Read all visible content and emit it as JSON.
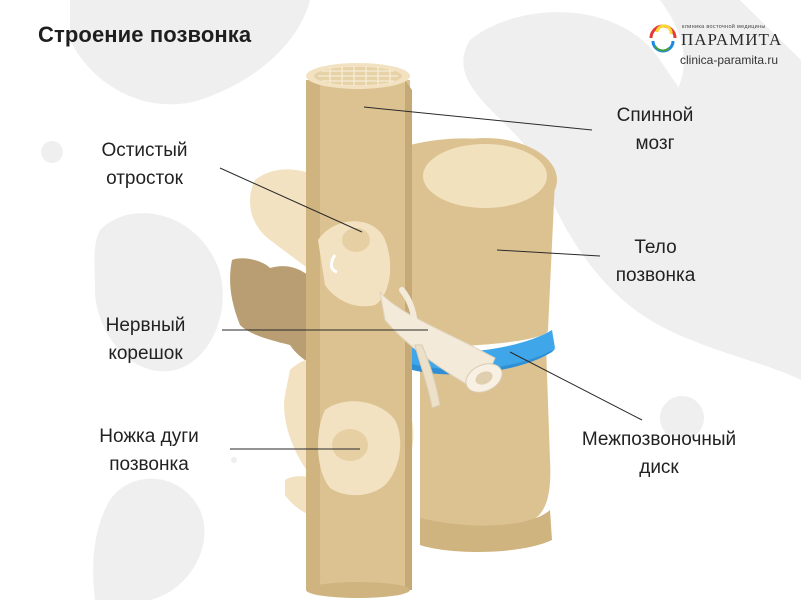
{
  "title": "Строение позвонка",
  "brand": {
    "tagline": "клиника восточной медицины",
    "name": "ПАРАМИТА",
    "site": "clinica-paramita.ru"
  },
  "labels": {
    "spinal_cord": [
      "Спинной",
      "мозг"
    ],
    "spinous_process": [
      "Остистый",
      "отросток"
    ],
    "vertebral_body": [
      "Тело",
      "позвонка"
    ],
    "nerve_root": [
      "Нервный",
      "корешок"
    ],
    "pedicle": [
      "Ножка дуги",
      "позвонка"
    ],
    "disc": [
      "Межпозвоночный",
      "диск"
    ]
  },
  "colors": {
    "bone": "#DCC291",
    "bone_light": "#F2E2C1",
    "bone_dark": "#B89E72",
    "disc": "#3FA6EA",
    "nerve": "#F3EADA",
    "background_blob": "#EFEFEF"
  }
}
